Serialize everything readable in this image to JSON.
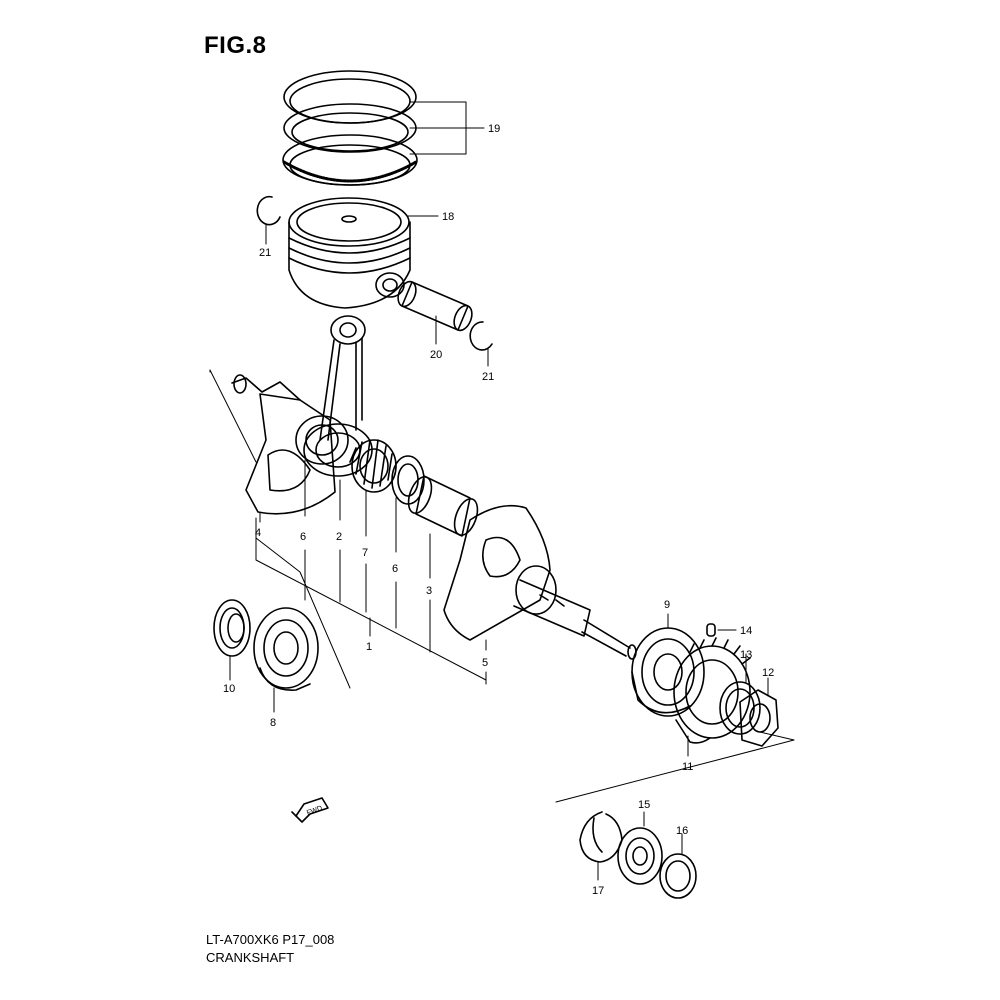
{
  "figure": {
    "title": "FIG.8",
    "code": "LT-A700XK6 P17_008",
    "name": "CRANKSHAFT"
  },
  "fwd_arrow": {
    "label": "FWD"
  },
  "callouts": [
    {
      "num": "19"
    },
    {
      "num": "18"
    },
    {
      "num": "21"
    },
    {
      "num": "20"
    },
    {
      "num": "21"
    },
    {
      "num": "4"
    },
    {
      "num": "6"
    },
    {
      "num": "2"
    },
    {
      "num": "7"
    },
    {
      "num": "6"
    },
    {
      "num": "3"
    },
    {
      "num": "1"
    },
    {
      "num": "5"
    },
    {
      "num": "9"
    },
    {
      "num": "14"
    },
    {
      "num": "13"
    },
    {
      "num": "12"
    },
    {
      "num": "11"
    },
    {
      "num": "10"
    },
    {
      "num": "8"
    },
    {
      "num": "15"
    },
    {
      "num": "16"
    },
    {
      "num": "17"
    }
  ]
}
